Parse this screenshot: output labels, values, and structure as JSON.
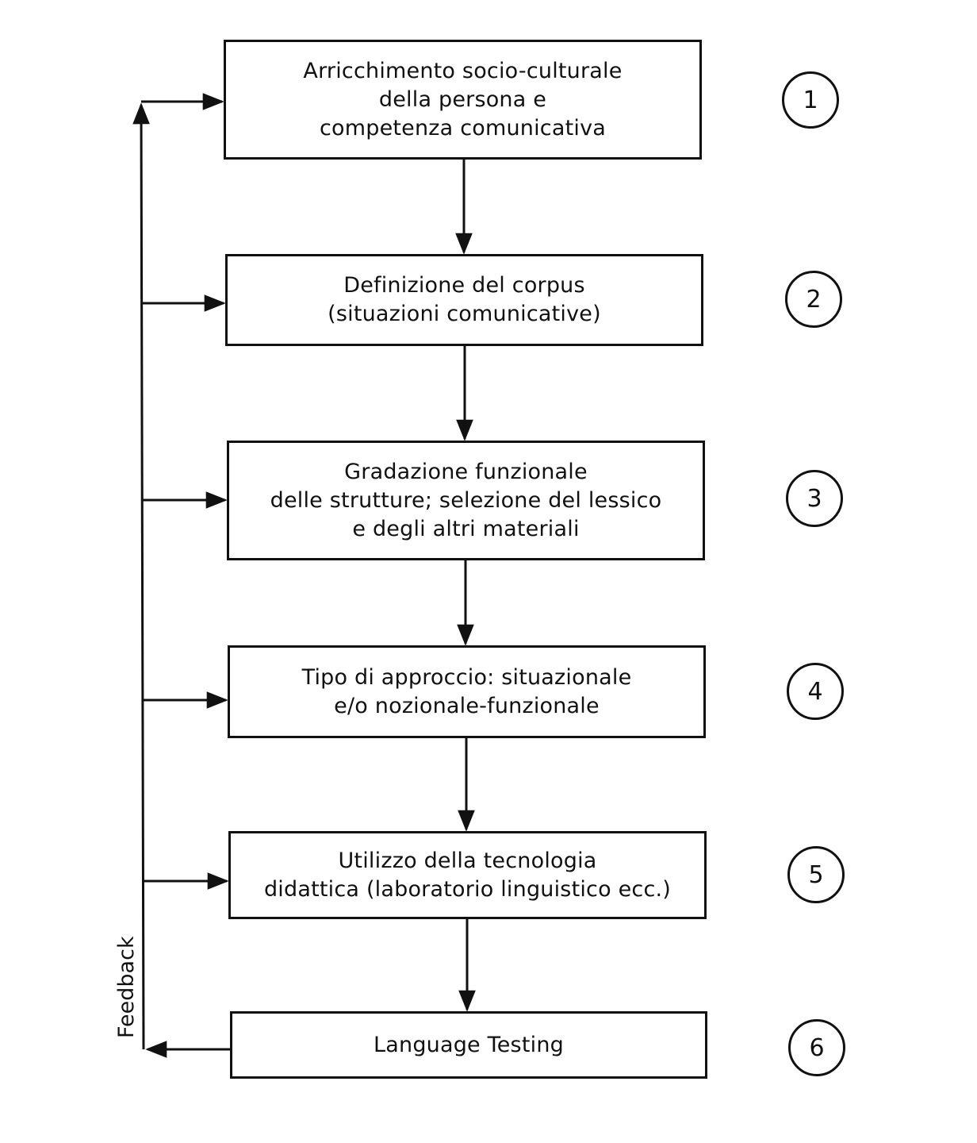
{
  "steps": [
    {
      "number": "1",
      "lines": [
        "Arricchimento socio-culturale",
        "della persona e",
        "competenza comunicativa"
      ]
    },
    {
      "number": "2",
      "lines": [
        "Definizione del corpus",
        "(situazioni comunicative)"
      ]
    },
    {
      "number": "3",
      "lines": [
        "Gradazione funzionale",
        "delle strutture; selezione del lessico",
        "e degli altri materiali"
      ]
    },
    {
      "number": "4",
      "lines": [
        "Tipo di approccio: situazionale",
        "e/o nozionale-funzionale"
      ]
    },
    {
      "number": "5",
      "lines": [
        "Utilizzo della tecnologia",
        "didattica (laboratorio linguistico ecc.)"
      ]
    },
    {
      "number": "6",
      "lines": [
        "Language Testing"
      ]
    }
  ],
  "feedback_label": "Feedback"
}
